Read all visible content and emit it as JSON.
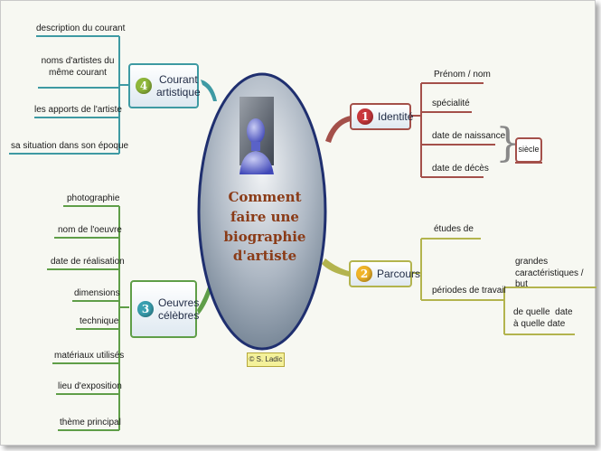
{
  "center": {
    "title_lines": [
      "Comment",
      "faire une",
      "biographie",
      "d'artiste"
    ],
    "copyright": "© S. Ladic"
  },
  "branches": {
    "identite": {
      "number": "1",
      "label": "Identité",
      "color": "#a4504a",
      "items": [
        "Prénom / nom",
        "spécialité",
        "date de naissance",
        "date de décès"
      ],
      "group_label": "siècle"
    },
    "parcours": {
      "number": "2",
      "label": "Parcours",
      "color": "#b3b44e",
      "items": [
        "études de",
        "périodes de travail"
      ],
      "sub_items": [
        "grandes caractéristiques / but",
        "de quelle  date à quelle date"
      ]
    },
    "oeuvres": {
      "number": "3",
      "label_lines": [
        "Oeuvres",
        "célèbres"
      ],
      "color": "#5f9e48",
      "items": [
        "photographie",
        "nom de l'oeuvre",
        "date de réalisation",
        "dimensions",
        "technique",
        "matériaux utilisés",
        "lieu d'exposition",
        "thème principal"
      ]
    },
    "courant": {
      "number": "4",
      "label_lines": [
        "Courant",
        "artistique"
      ],
      "color": "#3e9aa3",
      "items": [
        "description du courant",
        "noms d'artistes du même courant",
        "les apports de l'artiste",
        "sa situation dans son époque"
      ]
    }
  }
}
